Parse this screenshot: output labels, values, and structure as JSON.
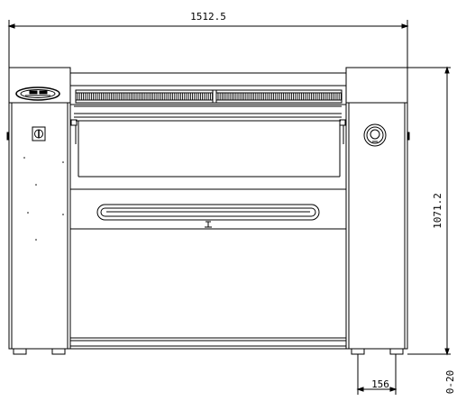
{
  "dimensions": {
    "overall_width": "1512.5",
    "overall_height": "1071.2",
    "foot_depth": "156",
    "foot_adjust": "0-20"
  },
  "colors": {
    "line": "#000000",
    "background": "#ffffff"
  },
  "icons": {
    "control_panel": "control-panel-icon",
    "main_switch": "main-switch-icon",
    "emergency_stop": "emergency-stop-button-icon"
  }
}
